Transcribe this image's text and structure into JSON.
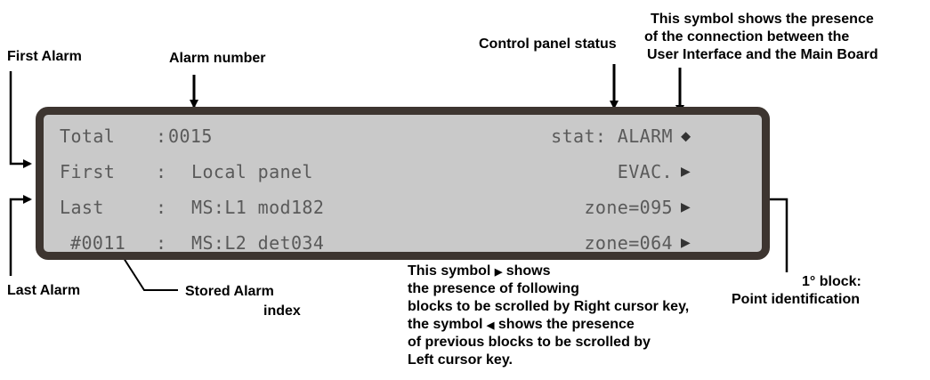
{
  "annotations": {
    "first_alarm": "First Alarm",
    "alarm_number": "Alarm number",
    "control_panel_status": "Control panel status",
    "connection_symbol_line1": "This symbol shows the presence",
    "connection_symbol_line2": "of  the connection between the",
    "connection_symbol_line3": "User Interface and the Main Board",
    "last_alarm": "Last Alarm",
    "stored_alarm_line1": "Stored Alarm",
    "stored_alarm_line2": "index",
    "block_line1": "1° block:",
    "block_line2": "Point identification",
    "scroll_line1": "This symbol",
    "scroll_line1b": "shows",
    "scroll_line2": "the presence of following",
    "scroll_line3": "blocks to be scrolled by Right cursor key,",
    "scroll_line4": "the symbol",
    "scroll_line4b": "shows the presence",
    "scroll_line5": "of previous blocks to be scrolled by",
    "scroll_line6": "Left cursor key."
  },
  "lcd": {
    "rows": [
      {
        "label": "Total",
        "sep": ":",
        "value": "0015",
        "right": "stat: ALARM",
        "symbol": "connection-icon"
      },
      {
        "label": "First",
        "sep": ":",
        "value": "Local panel",
        "right": "EVAC.",
        "symbol": "scroll-right-icon"
      },
      {
        "label": "Last",
        "sep": ":",
        "value": "MS:L1 mod182",
        "right": "zone=095",
        "symbol": "scroll-right-icon"
      },
      {
        "label": "#0011",
        "sep": ":",
        "value": "MS:L2 det034",
        "right": "zone=064",
        "symbol": "scroll-right-icon"
      }
    ]
  },
  "colors": {
    "lcd_background": "#c9c9c9",
    "lcd_frame": "#3d3530",
    "lcd_text": "#5a5a5a"
  }
}
